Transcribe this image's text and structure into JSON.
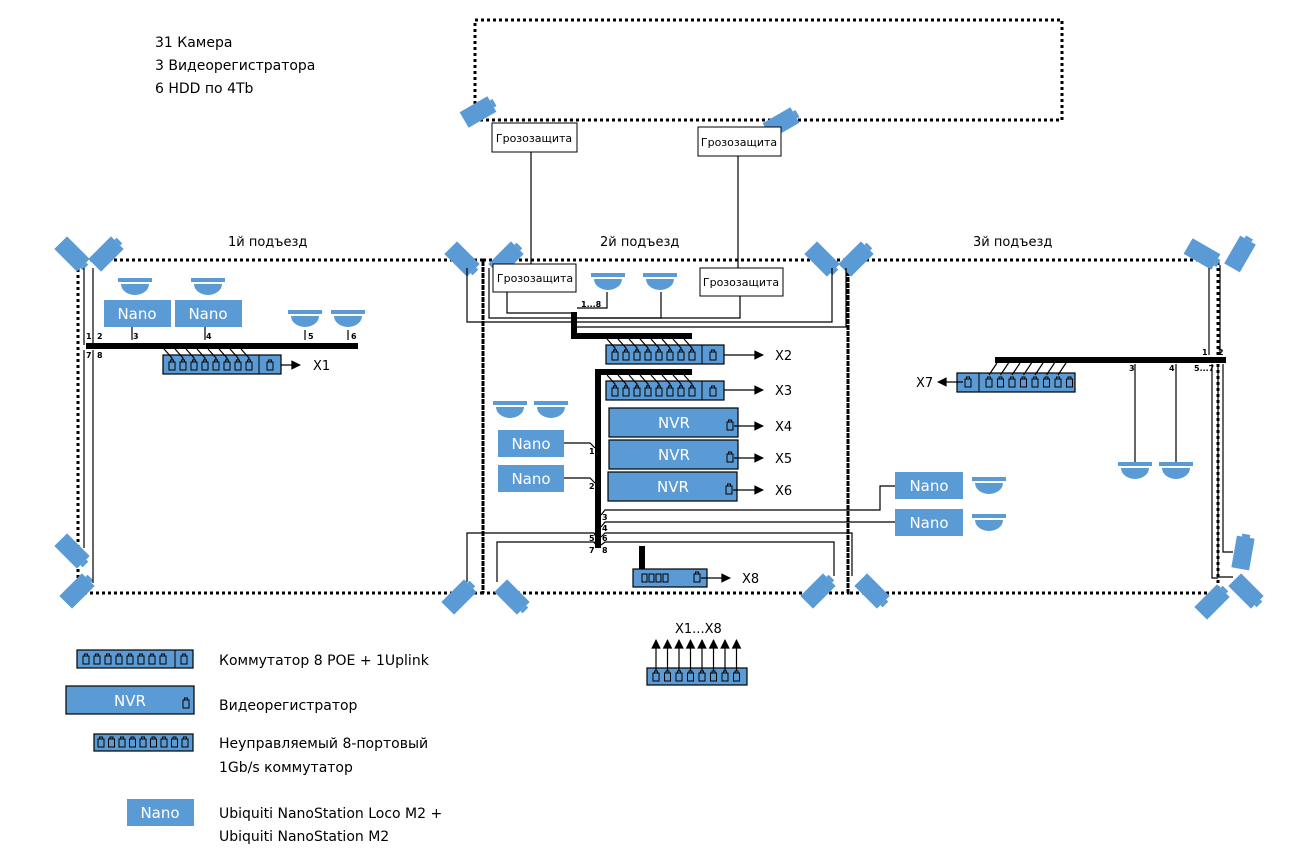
{
  "summary": {
    "cameras": "31 Камера",
    "nvrs": "3 Видеорегистратора",
    "hdd": "6 HDD по 4Tb"
  },
  "zones": {
    "entrance1": "1й подъезд",
    "entrance2": "2й подъезд",
    "entrance3": "3й подъезд"
  },
  "surge_protector_label": "Грозозащита",
  "nano_label": "Nano",
  "nvr_label": "NVR",
  "uplinks": [
    "X1",
    "X2",
    "X3",
    "X4",
    "X5",
    "X6",
    "X7",
    "X8"
  ],
  "port_labels": {
    "e1": [
      "1",
      "2",
      "3",
      "4",
      "5",
      "6",
      "7",
      "8"
    ],
    "e2_top": "1...8",
    "e2_side": [
      "1",
      "2",
      "3",
      "4",
      "5",
      "6",
      "7",
      "8"
    ],
    "e3": [
      "1",
      "2",
      "3",
      "4",
      "5...7"
    ]
  },
  "core_switch_label": "X1...X8",
  "legend": [
    {
      "icon": "poe-switch-icon",
      "text": "Коммутатор 8 POE + 1Uplink"
    },
    {
      "icon": "nvr-icon",
      "text": "Видеорегистратор"
    },
    {
      "icon": "unmanaged-switch-icon",
      "text": "Неуправляемый 8-портовый",
      "text2": "1Gb/s коммутатор"
    },
    {
      "icon": "nano-icon",
      "text": "Ubiquiti NanoStation Loco M2 +",
      "text2": "Ubiquiti NanoStation M2"
    }
  ],
  "colors": {
    "device": "#5b9bd5",
    "line": "#000000"
  }
}
